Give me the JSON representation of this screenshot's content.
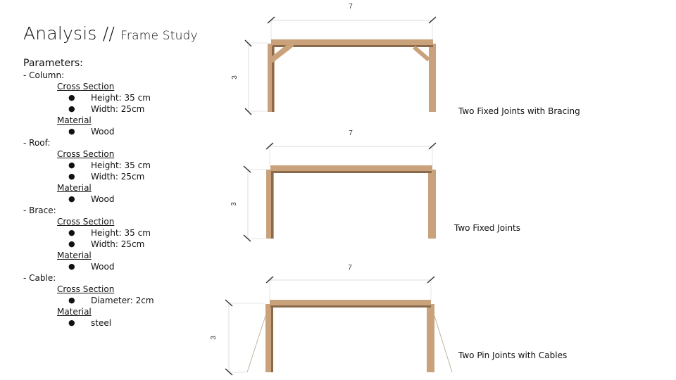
{
  "title": {
    "main": "Analysis //",
    "sub": "Frame Study"
  },
  "parameters": {
    "heading": "Parameters:",
    "groups": [
      {
        "name": "- Column:",
        "cross_section_label": "Cross Section",
        "cross_section": [
          "Height: 35 cm",
          "Width:  25cm"
        ],
        "material_label": "Material",
        "material": [
          "Wood"
        ]
      },
      {
        "name": "-  Roof:",
        "cross_section_label": "Cross Section",
        "cross_section": [
          "Height: 35 cm",
          "Width:  25cm"
        ],
        "material_label": "Material",
        "material": [
          "Wood"
        ]
      },
      {
        "name": "-  Brace:",
        "cross_section_label": "Cross Section",
        "cross_section": [
          "Height: 35 cm",
          "Width:  25cm"
        ],
        "material_label": "Material",
        "material": [
          "Wood"
        ]
      },
      {
        "name": "- Cable:",
        "cross_section_label": "Cross Section",
        "cross_section": [
          "Diameter:  2cm"
        ],
        "material_label": "Material",
        "material": [
          "steel"
        ]
      }
    ],
    "bullet": "●"
  },
  "frames": [
    {
      "caption": "Two  Fixed Joints with  Bracing",
      "span": "7",
      "height": "3",
      "type": "bracing"
    },
    {
      "caption": "Two  Fixed Joints",
      "span": "7",
      "height": "3",
      "type": "fixed"
    },
    {
      "caption": "Two  Pin Joints with Cables",
      "span": "7",
      "height": "3",
      "type": "cables"
    }
  ],
  "colors": {
    "wood": "#c9a27b",
    "wood_shadow": "#8a6a4a",
    "dim_line": "#d6d6d6",
    "tick": "#333333"
  }
}
